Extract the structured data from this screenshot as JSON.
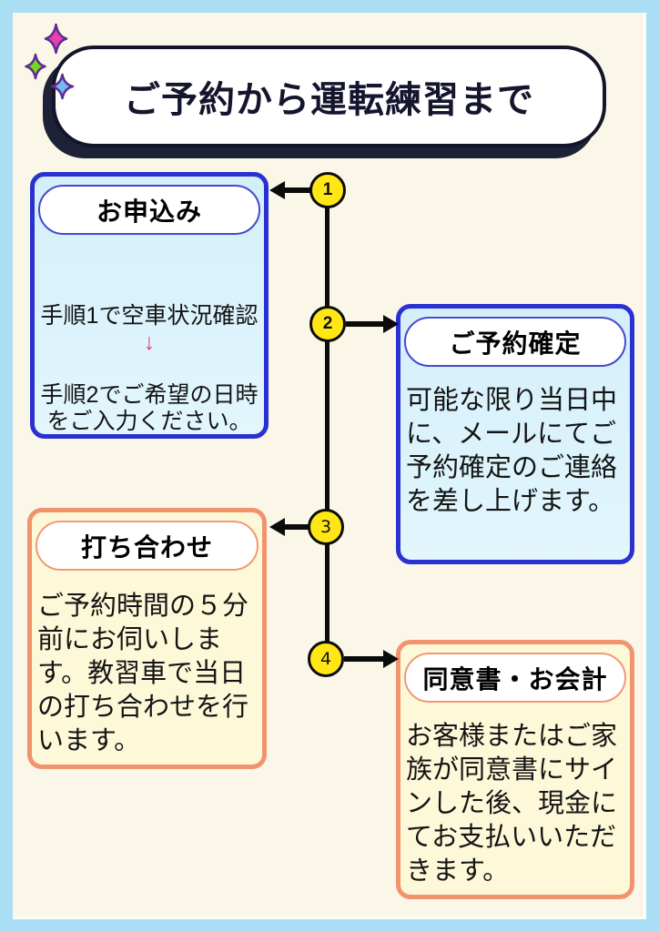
{
  "page": {
    "title": "ご予約から運転練習まで",
    "frame_color": "#a9def5",
    "background_color": "#faf7e9"
  },
  "steps": [
    {
      "number": "1",
      "title": "お申込み",
      "theme": "blue",
      "body_line1": "手順1で空車状況確認",
      "arrow_symbol": "↓",
      "body_rest": "手順2でご希望の日時\nをご入力ください。"
    },
    {
      "number": "2",
      "title": "ご予約確定",
      "theme": "blue",
      "body": "可能な限り当日中\nに、メールにてご\n予約確定のご連絡\nを差し上げます。"
    },
    {
      "number": "3",
      "title": "打ち合わせ",
      "theme": "orange",
      "body": "ご予約時間の５分\n前にお伺いしま\nす。教習車で当日\nの打ち合わせを行\nいます。"
    },
    {
      "number": "4",
      "title": "同意書・お会計",
      "theme": "orange",
      "body": "お客様またはご家\n族が同意書にサイ\nンした後、現金に\nてお支払いいただ\nきます。"
    }
  ],
  "colors": {
    "blue_card_border": "#2b30d1",
    "blue_card_bg": "#d4effa",
    "orange_card_border": "#f0946e",
    "orange_card_bg": "#fdf8d8",
    "circle_fill": "#ffe715",
    "connector": "#0b0b0b",
    "down_arrow": "#e8417d",
    "banner_shadow": "#1e2236",
    "sparkle_pink": "#ec3fae",
    "sparkle_green": "#76d622",
    "sparkle_blue": "#74b9f2"
  }
}
